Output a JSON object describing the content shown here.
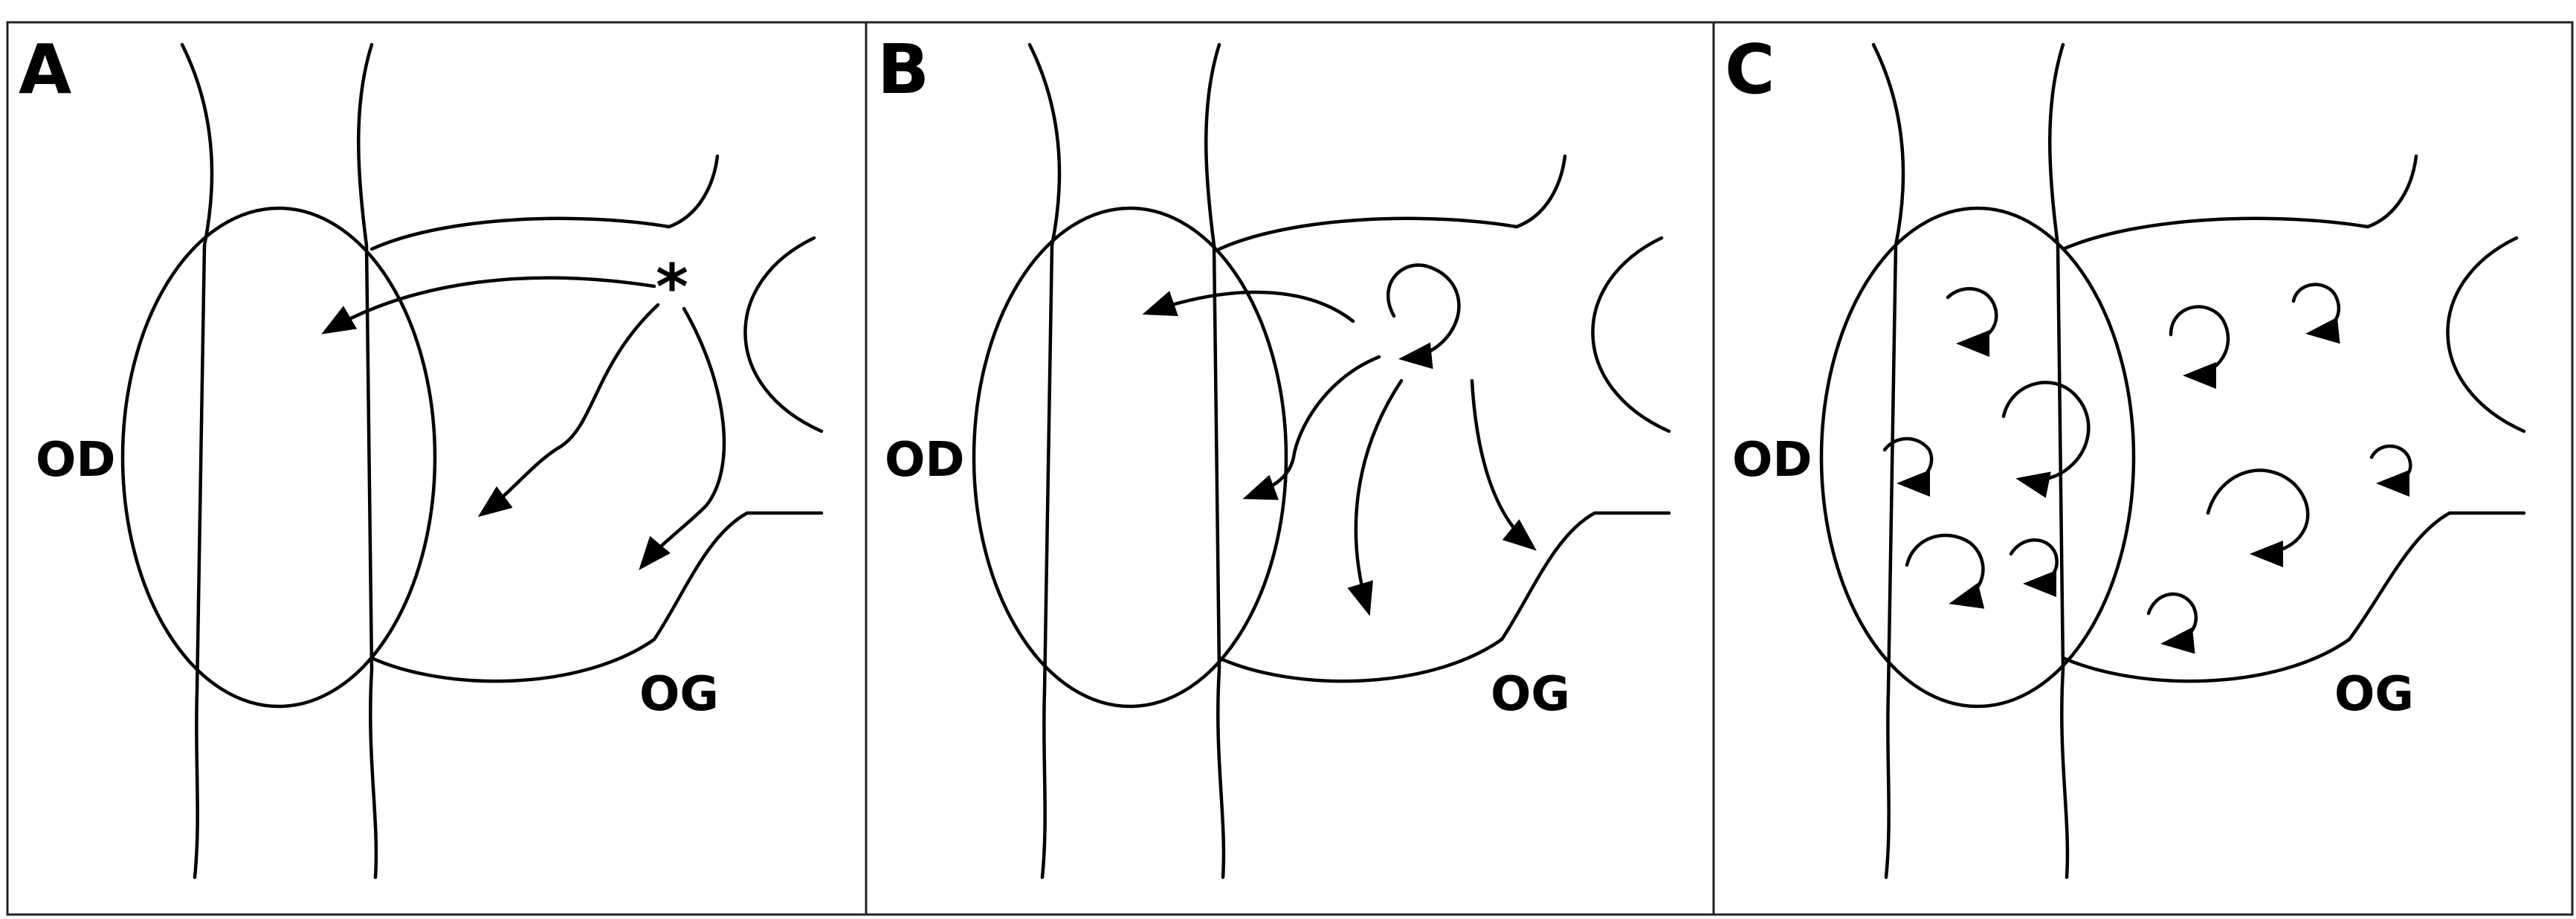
{
  "panels": [
    {
      "letter": "A",
      "label_left": "OD",
      "label_right": "OG",
      "origin_marker": "*"
    },
    {
      "letter": "B",
      "label_left": "OD",
      "label_right": "OG"
    },
    {
      "letter": "C",
      "label_left": "OD",
      "label_right": "OG"
    }
  ]
}
